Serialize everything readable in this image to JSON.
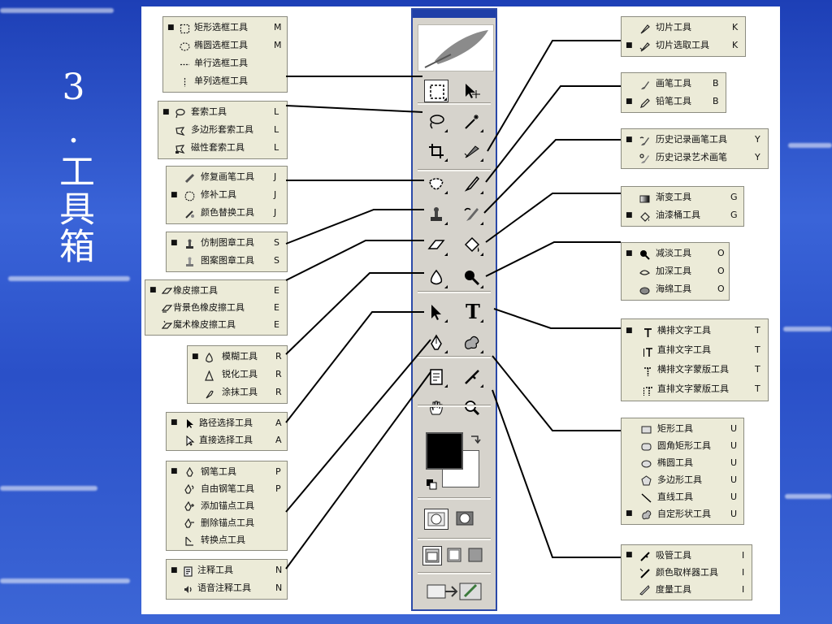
{
  "slide": {
    "title": "3.工具箱"
  },
  "left_groups": [
    {
      "id": "marquee",
      "items": [
        {
          "bullet": true,
          "icon": "rect-marquee-icon",
          "name": "矩形选框工具",
          "key": "M"
        },
        {
          "bullet": false,
          "icon": "ellipse-marquee-icon",
          "name": "椭圆选框工具",
          "key": "M"
        },
        {
          "bullet": false,
          "icon": "row-marquee-icon",
          "name": "单行选框工具",
          "key": ""
        },
        {
          "bullet": false,
          "icon": "column-marquee-icon",
          "name": "单列选框工具",
          "key": ""
        }
      ]
    },
    {
      "id": "lasso",
      "items": [
        {
          "bullet": true,
          "icon": "lasso-icon",
          "name": "套索工具",
          "key": "L"
        },
        {
          "bullet": false,
          "icon": "polygon-lasso-icon",
          "name": "多边形套索工具",
          "key": "L"
        },
        {
          "bullet": false,
          "icon": "magnetic-lasso-icon",
          "name": "磁性套索工具",
          "key": "L"
        }
      ]
    },
    {
      "id": "healing",
      "items": [
        {
          "bullet": false,
          "icon": "healing-brush-icon",
          "name": "修复画笔工具",
          "key": "J"
        },
        {
          "bullet": true,
          "icon": "patch-icon",
          "name": "修补工具",
          "key": "J"
        },
        {
          "bullet": false,
          "icon": "color-replace-icon",
          "name": "颜色替换工具",
          "key": "J"
        }
      ]
    },
    {
      "id": "stamp",
      "items": [
        {
          "bullet": true,
          "icon": "clone-stamp-icon",
          "name": "仿制图章工具",
          "key": "S"
        },
        {
          "bullet": false,
          "icon": "pattern-stamp-icon",
          "name": "图案图章工具",
          "key": "S"
        }
      ]
    },
    {
      "id": "eraser",
      "items": [
        {
          "bullet": true,
          "icon": "eraser-icon",
          "name": "橡皮擦工具",
          "key": "E"
        },
        {
          "bullet": false,
          "icon": "background-eraser-icon",
          "name": "背景色橡皮擦工具",
          "key": "E"
        },
        {
          "bullet": false,
          "icon": "magic-eraser-icon",
          "name": "魔术橡皮擦工具",
          "key": "E"
        }
      ]
    },
    {
      "id": "blur",
      "items": [
        {
          "bullet": true,
          "icon": "blur-icon",
          "name": "模糊工具",
          "key": "R"
        },
        {
          "bullet": false,
          "icon": "sharpen-icon",
          "name": "锐化工具",
          "key": "R"
        },
        {
          "bullet": false,
          "icon": "smudge-icon",
          "name": "涂抹工具",
          "key": "R"
        }
      ]
    },
    {
      "id": "path",
      "items": [
        {
          "bullet": true,
          "icon": "path-select-icon",
          "name": "路径选择工具",
          "key": "A"
        },
        {
          "bullet": false,
          "icon": "direct-select-icon",
          "name": "直接选择工具",
          "key": "A"
        }
      ]
    },
    {
      "id": "pen",
      "items": [
        {
          "bullet": true,
          "icon": "pen-icon",
          "name": "钢笔工具",
          "key": "P"
        },
        {
          "bullet": false,
          "icon": "freeform-pen-icon",
          "name": "自由钢笔工具",
          "key": "P"
        },
        {
          "bullet": false,
          "icon": "add-anchor-icon",
          "name": "添加锚点工具",
          "key": ""
        },
        {
          "bullet": false,
          "icon": "delete-anchor-icon",
          "name": "删除锚点工具",
          "key": ""
        },
        {
          "bullet": false,
          "icon": "convert-point-icon",
          "name": "转换点工具",
          "key": ""
        }
      ]
    },
    {
      "id": "notes",
      "items": [
        {
          "bullet": true,
          "icon": "notes-icon",
          "name": "注释工具",
          "key": "N"
        },
        {
          "bullet": false,
          "icon": "audio-annotation-icon",
          "name": "语音注释工具",
          "key": "N"
        }
      ]
    }
  ],
  "right_groups": [
    {
      "id": "slice",
      "items": [
        {
          "bullet": false,
          "icon": "slice-icon",
          "name": "切片工具",
          "key": "K"
        },
        {
          "bullet": true,
          "icon": "slice-select-icon",
          "name": "切片选取工具",
          "key": "K"
        }
      ]
    },
    {
      "id": "brush",
      "items": [
        {
          "bullet": false,
          "icon": "brush-icon",
          "name": "画笔工具",
          "key": "B"
        },
        {
          "bullet": true,
          "icon": "pencil-icon",
          "name": "铅笔工具",
          "key": "B"
        }
      ]
    },
    {
      "id": "history",
      "items": [
        {
          "bullet": true,
          "icon": "history-brush-icon",
          "name": "历史记录画笔工具",
          "key": "Y"
        },
        {
          "bullet": false,
          "icon": "art-history-brush-icon",
          "name": "历史记录艺术画笔",
          "key": "Y"
        }
      ]
    },
    {
      "id": "fill",
      "items": [
        {
          "bullet": false,
          "icon": "gradient-icon",
          "name": "渐变工具",
          "key": "G"
        },
        {
          "bullet": true,
          "icon": "paint-bucket-icon",
          "name": "油漆桶工具",
          "key": "G"
        }
      ]
    },
    {
      "id": "dodge",
      "items": [
        {
          "bullet": true,
          "icon": "dodge-icon",
          "name": "减淡工具",
          "key": "O"
        },
        {
          "bullet": false,
          "icon": "burn-icon",
          "name": "加深工具",
          "key": "O"
        },
        {
          "bullet": false,
          "icon": "sponge-icon",
          "name": "海绵工具",
          "key": "O"
        }
      ]
    },
    {
      "id": "type",
      "items": [
        {
          "bullet": true,
          "icon": "horizontal-type-icon",
          "name": "横排文字工具",
          "key": "T"
        },
        {
          "bullet": false,
          "icon": "vertical-type-icon",
          "name": "直排文字工具",
          "key": "T"
        },
        {
          "bullet": false,
          "icon": "horizontal-type-mask-icon",
          "name": "横排文字蒙版工具",
          "key": "T"
        },
        {
          "bullet": false,
          "icon": "vertical-type-mask-icon",
          "name": "直排文字蒙版工具",
          "key": "T"
        }
      ]
    },
    {
      "id": "shape",
      "items": [
        {
          "bullet": false,
          "icon": "rectangle-shape-icon",
          "name": "矩形工具",
          "key": "U"
        },
        {
          "bullet": false,
          "icon": "rounded-rect-icon",
          "name": "圆角矩形工具",
          "key": "U"
        },
        {
          "bullet": false,
          "icon": "ellipse-shape-icon",
          "name": "椭圆工具",
          "key": "U"
        },
        {
          "bullet": false,
          "icon": "polygon-shape-icon",
          "name": "多边形工具",
          "key": "U"
        },
        {
          "bullet": false,
          "icon": "line-shape-icon",
          "name": "直线工具",
          "key": "U"
        },
        {
          "bullet": true,
          "icon": "custom-shape-icon",
          "name": "自定形状工具",
          "key": "U"
        }
      ]
    },
    {
      "id": "eyedropper",
      "items": [
        {
          "bullet": true,
          "icon": "eyedropper-icon",
          "name": "吸管工具",
          "key": "I"
        },
        {
          "bullet": false,
          "icon": "color-sampler-icon",
          "name": "颜色取样器工具",
          "key": "I"
        },
        {
          "bullet": false,
          "icon": "measure-icon",
          "name": "度量工具",
          "key": "I"
        }
      ]
    }
  ],
  "toolbar": {
    "tools_left": [
      "rect-marquee",
      "lasso",
      "crop",
      "healing-brush",
      "clone-stamp",
      "eraser",
      "blur",
      "path-select",
      "pen",
      "notes",
      "hand"
    ],
    "tools_right": [
      "move",
      "magic-wand",
      "slice",
      "brush",
      "history-brush",
      "paint-bucket",
      "dodge",
      "type",
      "custom-shape",
      "eyedropper",
      "zoom"
    ],
    "type_glyph": "T",
    "foreground_color": "#000000",
    "background_color": "#ffffff"
  }
}
